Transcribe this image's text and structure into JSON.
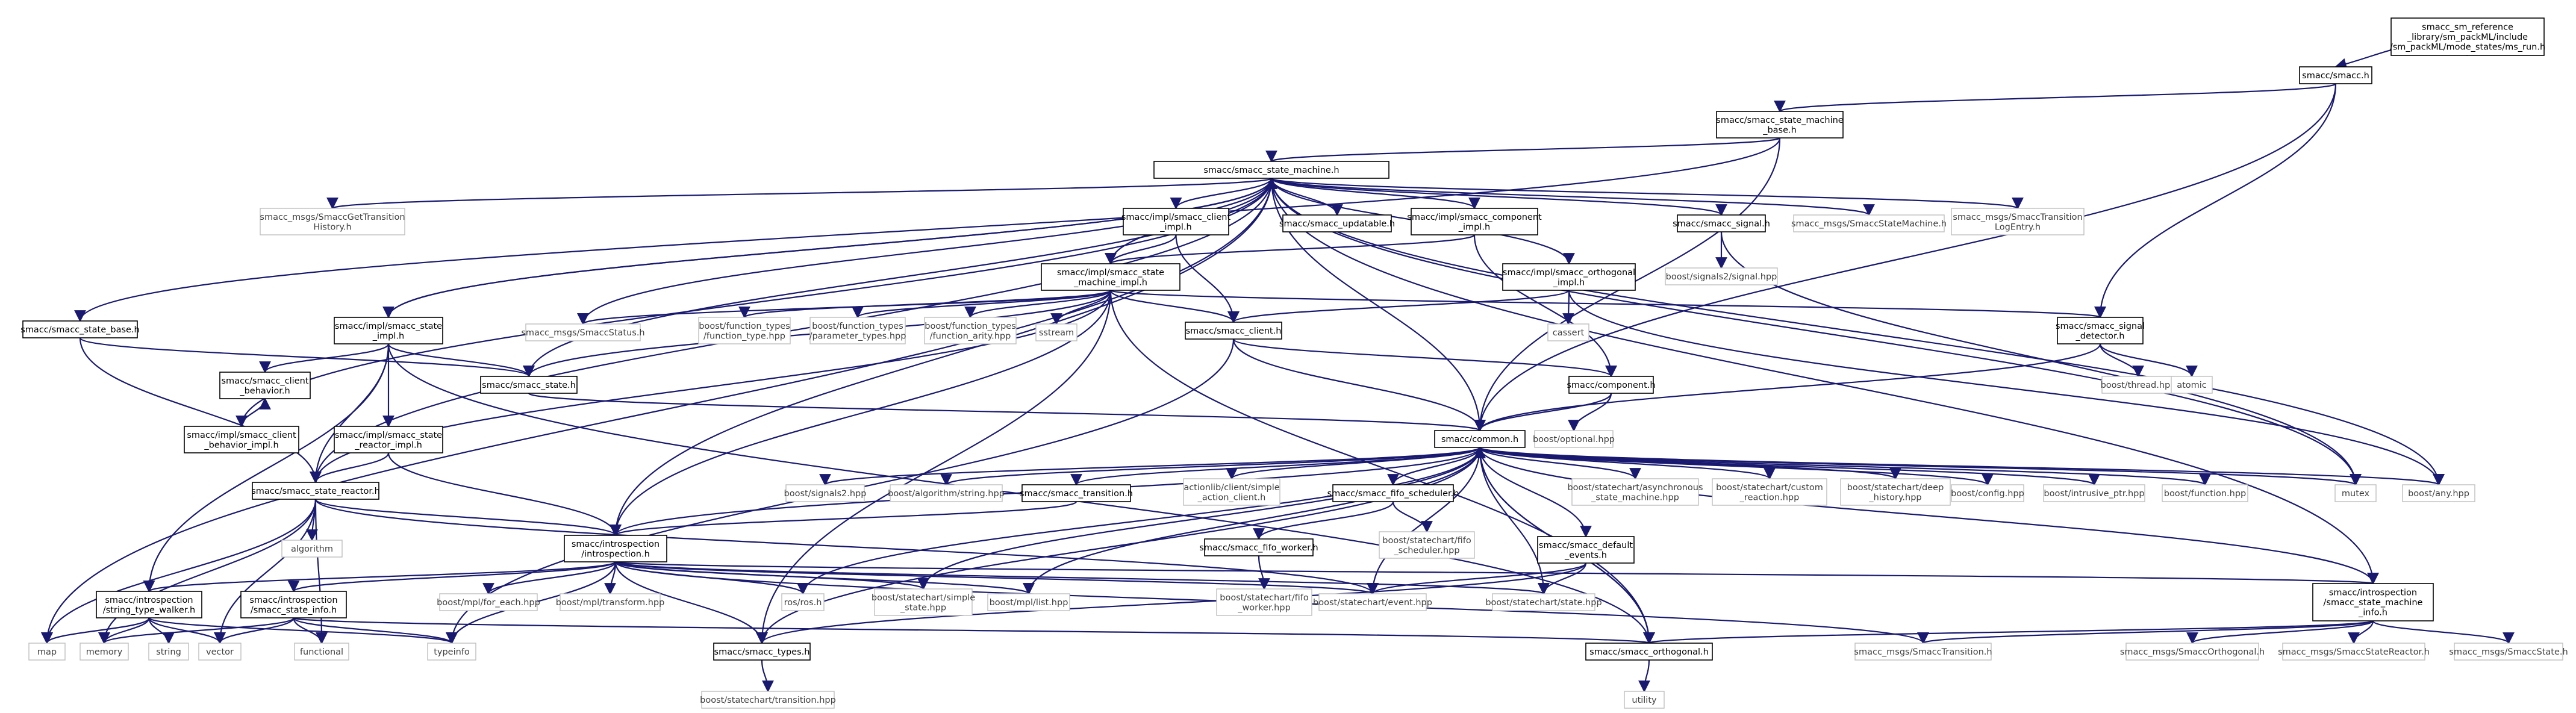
{
  "diagram": {
    "type": "include-dependency-graph",
    "colors": {
      "edge": "#191970",
      "node_border": "#000000",
      "external_border": "#bfbfbf",
      "root_fill": "#bfbfbf"
    },
    "nodes": [
      {
        "id": "root",
        "label": "smacc_sm_reference\n_library/sm_packML/include\n/sm_packML/mode_states/ms_run.h",
        "kind": "root"
      },
      {
        "id": "smacc_h",
        "label": "smacc/smacc.h",
        "kind": "local"
      },
      {
        "id": "smbase",
        "label": "smacc/smacc_state_machine\n_base.h",
        "kind": "local"
      },
      {
        "id": "sm",
        "label": "smacc/smacc_state_machine.h",
        "kind": "local"
      },
      {
        "id": "gettrans",
        "label": "smacc_msgs/SmaccGetTransition\nHistory.h",
        "kind": "external"
      },
      {
        "id": "clientimpl",
        "label": "smacc/impl/smacc_client\n_impl.h",
        "kind": "local"
      },
      {
        "id": "updatable",
        "label": "smacc/smacc_updatable.h",
        "kind": "local"
      },
      {
        "id": "compimpl",
        "label": "smacc/impl/smacc_component\n_impl.h",
        "kind": "local"
      },
      {
        "id": "signal",
        "label": "smacc/smacc_signal.h",
        "kind": "local"
      },
      {
        "id": "msgsm",
        "label": "smacc_msgs/SmaccStateMachine.h",
        "kind": "external"
      },
      {
        "id": "msglog",
        "label": "smacc_msgs/SmaccTransition\nLogEntry.h",
        "kind": "external"
      },
      {
        "id": "smimpl",
        "label": "smacc/impl/smacc_state\n_machine_impl.h",
        "kind": "local"
      },
      {
        "id": "orthimpl",
        "label": "smacc/impl/smacc_orthogonal\n_impl.h",
        "kind": "local"
      },
      {
        "id": "bsig2signal",
        "label": "boost/signals2/signal.hpp",
        "kind": "external"
      },
      {
        "id": "statebase",
        "label": "smacc/smacc_state_base.h",
        "kind": "local"
      },
      {
        "id": "stateimpl",
        "label": "smacc/impl/smacc_state\n_impl.h",
        "kind": "local"
      },
      {
        "id": "msgstatus",
        "label": "smacc_msgs/SmaccStatus.h",
        "kind": "external"
      },
      {
        "id": "ftype",
        "label": "boost/function_types\n/function_type.hpp",
        "kind": "external"
      },
      {
        "id": "ptypes",
        "label": "boost/function_types\n/parameter_types.hpp",
        "kind": "external"
      },
      {
        "id": "farity",
        "label": "boost/function_types\n/function_arity.hpp",
        "kind": "external"
      },
      {
        "id": "sstream",
        "label": "sstream",
        "kind": "external"
      },
      {
        "id": "client",
        "label": "smacc/smacc_client.h",
        "kind": "local"
      },
      {
        "id": "cassert",
        "label": "cassert",
        "kind": "external"
      },
      {
        "id": "sigdet",
        "label": "smacc/smacc_signal\n_detector.h",
        "kind": "local"
      },
      {
        "id": "cbeh",
        "label": "smacc/smacc_client\n_behavior.h",
        "kind": "local"
      },
      {
        "id": "state",
        "label": "smacc/smacc_state.h",
        "kind": "local"
      },
      {
        "id": "component",
        "label": "smacc/component.h",
        "kind": "local"
      },
      {
        "id": "bthread",
        "label": "boost/thread.hpp",
        "kind": "external"
      },
      {
        "id": "atomic",
        "label": "atomic",
        "kind": "external"
      },
      {
        "id": "cbehimpl",
        "label": "smacc/impl/smacc_client\n_behavior_impl.h",
        "kind": "local"
      },
      {
        "id": "reactimpl",
        "label": "smacc/impl/smacc_state\n_reactor_impl.h",
        "kind": "local"
      },
      {
        "id": "common",
        "label": "smacc/common.h",
        "kind": "local"
      },
      {
        "id": "boptional",
        "label": "boost/optional.hpp",
        "kind": "external"
      },
      {
        "id": "reactor",
        "label": "smacc/smacc_state_reactor.h",
        "kind": "local"
      },
      {
        "id": "bsig2",
        "label": "boost/signals2.hpp",
        "kind": "external"
      },
      {
        "id": "balgostr",
        "label": "boost/algorithm/string.hpp",
        "kind": "external"
      },
      {
        "id": "transition",
        "label": "smacc/smacc_transition.h",
        "kind": "local"
      },
      {
        "id": "simpleac",
        "label": "actionlib/client/simple\n_action_client.h",
        "kind": "external"
      },
      {
        "id": "fifosched",
        "label": "smacc/smacc_fifo_scheduler.h",
        "kind": "local"
      },
      {
        "id": "basync",
        "label": "boost/statechart/asynchronous\n_state_machine.hpp",
        "kind": "external"
      },
      {
        "id": "bcustom",
        "label": "boost/statechart/custom\n_reaction.hpp",
        "kind": "external"
      },
      {
        "id": "bdeep",
        "label": "boost/statechart/deep\n_history.hpp",
        "kind": "external"
      },
      {
        "id": "bconfig",
        "label": "boost/config.hpp",
        "kind": "external"
      },
      {
        "id": "bintr",
        "label": "boost/intrusive_ptr.hpp",
        "kind": "external"
      },
      {
        "id": "bfunc",
        "label": "boost/function.hpp",
        "kind": "external"
      },
      {
        "id": "mutex",
        "label": "mutex",
        "kind": "external"
      },
      {
        "id": "bany",
        "label": "boost/any.hpp",
        "kind": "external"
      },
      {
        "id": "algorithm",
        "label": "algorithm",
        "kind": "external"
      },
      {
        "id": "intro",
        "label": "smacc/introspection\n/introspection.h",
        "kind": "local"
      },
      {
        "id": "fifoworker",
        "label": "smacc/smacc_fifo_worker.h",
        "kind": "local"
      },
      {
        "id": "bfifosched",
        "label": "boost/statechart/fifo\n_scheduler.hpp",
        "kind": "external"
      },
      {
        "id": "defevents",
        "label": "smacc/smacc_default\n_events.h",
        "kind": "local"
      },
      {
        "id": "bmplforeach",
        "label": "boost/mpl/for_each.hpp",
        "kind": "external"
      },
      {
        "id": "bmpltransform",
        "label": "boost/mpl/transform.hpp",
        "kind": "external"
      },
      {
        "id": "rosros",
        "label": "ros/ros.h",
        "kind": "external"
      },
      {
        "id": "bsimple",
        "label": "boost/statechart/simple\n_state.hpp",
        "kind": "external"
      },
      {
        "id": "bmpllist",
        "label": "boost/mpl/list.hpp",
        "kind": "external"
      },
      {
        "id": "bfifoworker",
        "label": "boost/statechart/fifo\n_worker.hpp",
        "kind": "external"
      },
      {
        "id": "bevent",
        "label": "boost/statechart/event.hpp",
        "kind": "external"
      },
      {
        "id": "bstate",
        "label": "boost/statechart/state.hpp",
        "kind": "external"
      },
      {
        "id": "smi",
        "label": "smacc/introspection\n/smacc_state_machine\n_info.h",
        "kind": "local"
      },
      {
        "id": "stw",
        "label": "smacc/introspection\n/string_type_walker.h",
        "kind": "local"
      },
      {
        "id": "ssi",
        "label": "smacc/introspection\n/smacc_state_info.h",
        "kind": "local"
      },
      {
        "id": "map",
        "label": "map",
        "kind": "external"
      },
      {
        "id": "memory",
        "label": "memory",
        "kind": "external"
      },
      {
        "id": "string",
        "label": "string",
        "kind": "external"
      },
      {
        "id": "vector",
        "label": "vector",
        "kind": "external"
      },
      {
        "id": "functional",
        "label": "functional",
        "kind": "external"
      },
      {
        "id": "typeinfo",
        "label": "typeinfo",
        "kind": "external"
      },
      {
        "id": "types",
        "label": "smacc/smacc_types.h",
        "kind": "local"
      },
      {
        "id": "orthogonal",
        "label": "smacc/smacc_orthogonal.h",
        "kind": "local"
      },
      {
        "id": "msgtrans",
        "label": "smacc_msgs/SmaccTransition.h",
        "kind": "external"
      },
      {
        "id": "msgorth",
        "label": "smacc_msgs/SmaccOrthogonal.h",
        "kind": "external"
      },
      {
        "id": "msgreactor",
        "label": "smacc_msgs/SmaccStateReactor.h",
        "kind": "external"
      },
      {
        "id": "msgstate",
        "label": "smacc_msgs/SmaccState.h",
        "kind": "external"
      },
      {
        "id": "btransition",
        "label": "boost/statechart/transition.hpp",
        "kind": "external"
      },
      {
        "id": "utility",
        "label": "utility",
        "kind": "external"
      }
    ],
    "edges": [
      [
        "root",
        "smacc_h"
      ],
      [
        "smacc_h",
        "smbase"
      ],
      [
        "smacc_h",
        "common"
      ],
      [
        "smacc_h",
        "sigdet"
      ],
      [
        "smbase",
        "sm"
      ],
      [
        "smbase",
        "common"
      ],
      [
        "smbase",
        "statebase"
      ],
      [
        "sm",
        "gettrans"
      ],
      [
        "sm",
        "clientimpl"
      ],
      [
        "sm",
        "updatable"
      ],
      [
        "sm",
        "compimpl"
      ],
      [
        "sm",
        "signal"
      ],
      [
        "sm",
        "msgsm"
      ],
      [
        "sm",
        "msglog"
      ],
      [
        "sm",
        "orthimpl"
      ],
      [
        "sm",
        "stateimpl"
      ],
      [
        "sm",
        "msgstatus"
      ],
      [
        "sm",
        "common"
      ],
      [
        "sm",
        "intro"
      ],
      [
        "sm",
        "smi"
      ],
      [
        "sm",
        "mutex"
      ],
      [
        "sm",
        "bany"
      ],
      [
        "sm",
        "map"
      ],
      [
        "sm",
        "reactor"
      ],
      [
        "sm",
        "state"
      ],
      [
        "clientimpl",
        "smimpl"
      ],
      [
        "clientimpl",
        "client"
      ],
      [
        "compimpl",
        "smimpl"
      ],
      [
        "compimpl",
        "component"
      ],
      [
        "signal",
        "bsig2signal"
      ],
      [
        "signal",
        "mutex"
      ],
      [
        "smimpl",
        "msgstatus"
      ],
      [
        "smimpl",
        "ftype"
      ],
      [
        "smimpl",
        "ptypes"
      ],
      [
        "smimpl",
        "farity"
      ],
      [
        "smimpl",
        "sstream"
      ],
      [
        "smimpl",
        "client"
      ],
      [
        "smimpl",
        "sigdet"
      ],
      [
        "smimpl",
        "state"
      ],
      [
        "smimpl",
        "reactor"
      ],
      [
        "smimpl",
        "intro"
      ],
      [
        "smimpl",
        "orthogonal"
      ],
      [
        "smimpl",
        "sm"
      ],
      [
        "smimpl",
        "types"
      ],
      [
        "orthimpl",
        "client"
      ],
      [
        "orthimpl",
        "cassert"
      ],
      [
        "orthimpl",
        "bany"
      ],
      [
        "statebase",
        "state"
      ],
      [
        "statebase",
        "reactor"
      ],
      [
        "stateimpl",
        "state"
      ],
      [
        "stateimpl",
        "cbeh"
      ],
      [
        "stateimpl",
        "reactimpl"
      ],
      [
        "stateimpl",
        "reactor"
      ],
      [
        "stateimpl",
        "orthogonal"
      ],
      [
        "stateimpl",
        "stw"
      ],
      [
        "stateimpl",
        "sm"
      ],
      [
        "client",
        "common"
      ],
      [
        "client",
        "component"
      ],
      [
        "client",
        "typeinfo"
      ],
      [
        "sigdet",
        "common"
      ],
      [
        "sigdet",
        "bthread"
      ],
      [
        "sigdet",
        "atomic"
      ],
      [
        "cbeh",
        "cbehimpl"
      ],
      [
        "cbehimpl",
        "cbeh"
      ],
      [
        "cbehimpl",
        "sm"
      ],
      [
        "state",
        "common"
      ],
      [
        "component",
        "common"
      ],
      [
        "component",
        "boptional"
      ],
      [
        "reactimpl",
        "intro"
      ],
      [
        "reactimpl",
        "reactor"
      ],
      [
        "common",
        "bsig2"
      ],
      [
        "common",
        "balgostr"
      ],
      [
        "common",
        "transition"
      ],
      [
        "common",
        "simpleac"
      ],
      [
        "common",
        "fifosched"
      ],
      [
        "common",
        "basync"
      ],
      [
        "common",
        "bcustom"
      ],
      [
        "common",
        "bdeep"
      ],
      [
        "common",
        "bconfig"
      ],
      [
        "common",
        "bintr"
      ],
      [
        "common",
        "bfunc"
      ],
      [
        "common",
        "mutex"
      ],
      [
        "common",
        "bany"
      ],
      [
        "common",
        "intro"
      ],
      [
        "common",
        "defevents"
      ],
      [
        "common",
        "rosros"
      ],
      [
        "common",
        "bsimple"
      ],
      [
        "common",
        "bmpllist"
      ],
      [
        "common",
        "bevent"
      ],
      [
        "common",
        "bstate"
      ],
      [
        "common",
        "types"
      ],
      [
        "common",
        "orthogonal"
      ],
      [
        "reactor",
        "algorithm"
      ],
      [
        "reactor",
        "intro"
      ],
      [
        "reactor",
        "map"
      ],
      [
        "reactor",
        "memory"
      ],
      [
        "reactor",
        "vector"
      ],
      [
        "reactor",
        "functional"
      ],
      [
        "reactor",
        "bevent"
      ],
      [
        "transition",
        "intro"
      ],
      [
        "fifosched",
        "fifoworker"
      ],
      [
        "fifosched",
        "bfifosched"
      ],
      [
        "fifoworker",
        "bfifoworker"
      ],
      [
        "defevents",
        "bevent"
      ],
      [
        "defevents",
        "bstate"
      ],
      [
        "defevents",
        "types"
      ],
      [
        "intro",
        "bmplforeach"
      ],
      [
        "intro",
        "bmpltransform"
      ],
      [
        "intro",
        "rosros"
      ],
      [
        "intro",
        "bsimple"
      ],
      [
        "intro",
        "bmpllist"
      ],
      [
        "intro",
        "bevent"
      ],
      [
        "intro",
        "bstate"
      ],
      [
        "intro",
        "smi"
      ],
      [
        "intro",
        "stw"
      ],
      [
        "intro",
        "ssi"
      ],
      [
        "intro",
        "typeinfo"
      ],
      [
        "intro",
        "types"
      ],
      [
        "intro",
        "msgtrans"
      ],
      [
        "smi",
        "orthogonal"
      ],
      [
        "smi",
        "msgtrans"
      ],
      [
        "smi",
        "msgorth"
      ],
      [
        "smi",
        "msgreactor"
      ],
      [
        "smi",
        "msgstate"
      ],
      [
        "smi",
        "common"
      ],
      [
        "stw",
        "map"
      ],
      [
        "stw",
        "memory"
      ],
      [
        "stw",
        "string"
      ],
      [
        "stw",
        "vector"
      ],
      [
        "stw",
        "typeinfo"
      ],
      [
        "ssi",
        "memory"
      ],
      [
        "ssi",
        "vector"
      ],
      [
        "ssi",
        "functional"
      ],
      [
        "ssi",
        "typeinfo"
      ],
      [
        "ssi",
        "orthogonal"
      ],
      [
        "types",
        "btransition"
      ],
      [
        "orthogonal",
        "utility"
      ],
      [
        "orthogonal",
        "common"
      ]
    ]
  }
}
